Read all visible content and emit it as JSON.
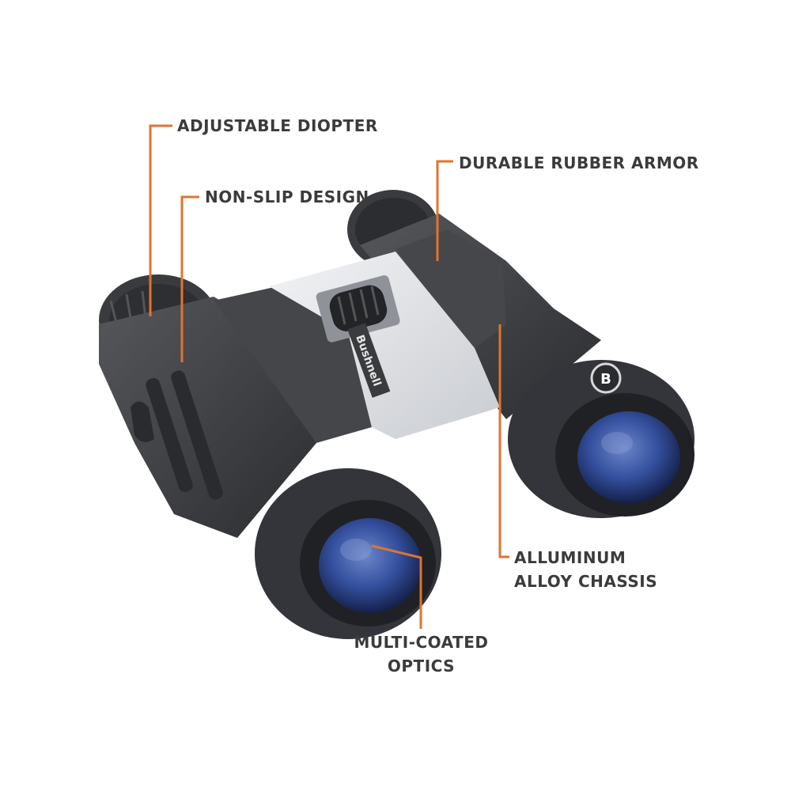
{
  "callouts": {
    "diopter": {
      "line1": "ADJUSTABLE DIOPTER"
    },
    "nonslip": {
      "line1": "NON-SLIP DESIGN"
    },
    "armor": {
      "line1": "DURABLE RUBBER ARMOR"
    },
    "chassis": {
      "line1": "ALLUMINUM",
      "line2": "ALLOY CHASSIS"
    },
    "optics": {
      "line1": "MULTI-COATED",
      "line2": "OPTICS"
    }
  },
  "brand": {
    "name": "Bushnell",
    "monogram": "B"
  },
  "colors": {
    "leader": "#e0742f",
    "text": "#3b3b3b",
    "body": "#3a3b3e",
    "plate": "#dfe1e4",
    "lens": "#3d5aa8"
  }
}
